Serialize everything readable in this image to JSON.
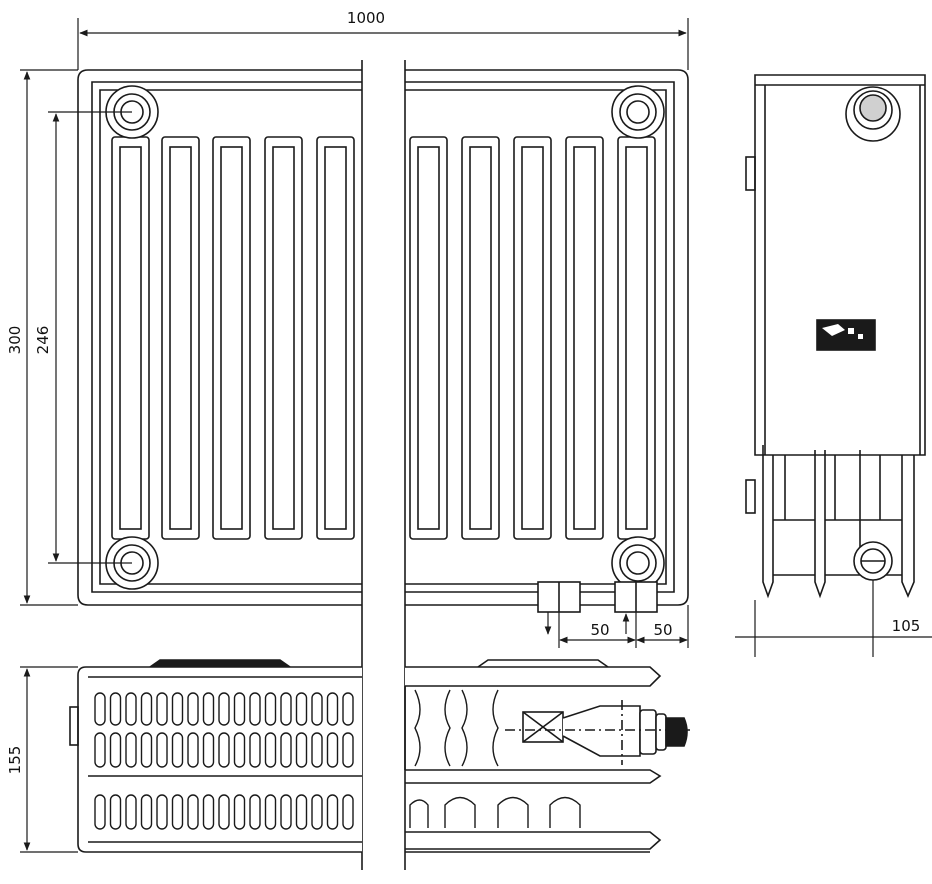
{
  "dimensions": {
    "width": "1000",
    "height": "300",
    "axis_spacing": "246",
    "depth": "155",
    "connection_left": "50",
    "connection_right": "50",
    "wall_distance": "105"
  },
  "colors": {
    "ink": "#1a1a1a",
    "panel_fill": "#f4f4f4",
    "background": "#ffffff"
  }
}
